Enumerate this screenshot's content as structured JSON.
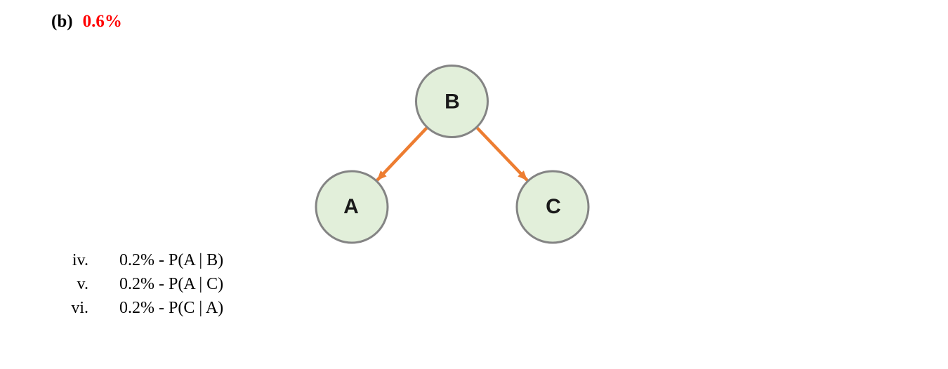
{
  "header": {
    "part_label": "(b)",
    "answer": "0.6%"
  },
  "diagram": {
    "type": "directed-graph",
    "nodes": [
      {
        "id": "B",
        "label": "B"
      },
      {
        "id": "A",
        "label": "A"
      },
      {
        "id": "C",
        "label": "C"
      }
    ],
    "edges": [
      {
        "from": "B",
        "to": "A"
      },
      {
        "from": "B",
        "to": "C"
      }
    ],
    "node_fill": "#e2efda",
    "node_border": "#848484",
    "arrow_color": "#ed7d31"
  },
  "answers": {
    "items": [
      {
        "numeral": "iv.",
        "text": "0.2% - P(A | B)"
      },
      {
        "numeral": "v.",
        "text": "0.2% - P(A | C)"
      },
      {
        "numeral": "vi.",
        "text": "0.2% - P(C | A)"
      }
    ]
  },
  "colors": {
    "answer_red": "#ff0000",
    "text_black": "#000000"
  }
}
